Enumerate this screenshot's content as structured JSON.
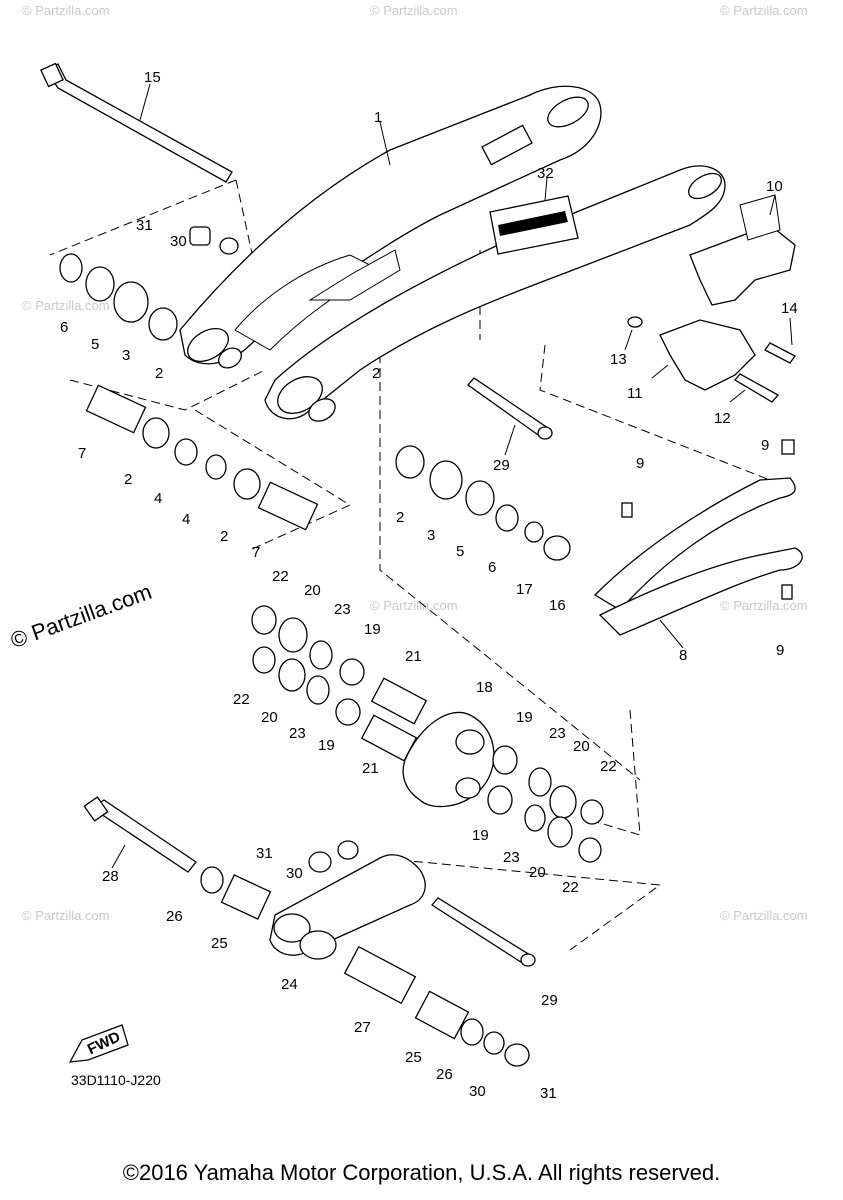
{
  "diagram": {
    "drawing_code": "33D1110-J220",
    "copyright": "©2016 Yamaha Motor Corporation, U.S.A. All rights reserved.",
    "watermark": "© Partzilla.com",
    "fwd_label": "FWD",
    "callouts": [
      "1",
      "2",
      "2",
      "2",
      "2",
      "2",
      "3",
      "3",
      "4",
      "4",
      "5",
      "5",
      "6",
      "6",
      "7",
      "7",
      "8",
      "9",
      "9",
      "9",
      "10",
      "11",
      "12",
      "13",
      "14",
      "15",
      "16",
      "17",
      "18",
      "19",
      "19",
      "19",
      "19",
      "20",
      "20",
      "20",
      "20",
      "21",
      "21",
      "22",
      "22",
      "22",
      "22",
      "23",
      "23",
      "23",
      "23",
      "24",
      "25",
      "25",
      "26",
      "26",
      "27",
      "28",
      "29",
      "29",
      "30",
      "30",
      "30",
      "31",
      "31",
      "31",
      "32"
    ]
  }
}
